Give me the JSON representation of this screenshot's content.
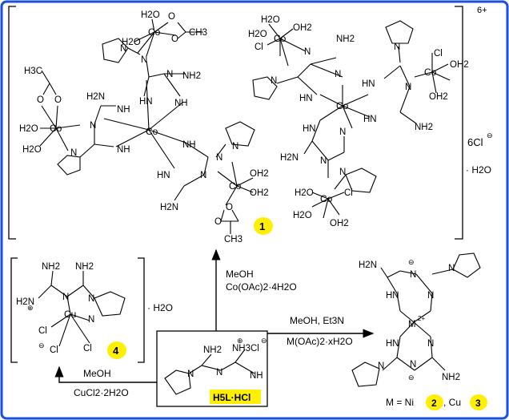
{
  "compound_1": {
    "number": "1"
  },
  "compound_2": {
    "number": "2"
  },
  "compound_3": {
    "number": "3"
  },
  "compound_4": {
    "number": "4"
  },
  "co_complex": {
    "charge": "6+",
    "counter_ion": "6Cl",
    "solvate": "· H2O"
  },
  "cu_complex": {
    "solvate": "· H2O"
  },
  "ligand": {
    "label": "H5L·HCl"
  },
  "condition_cobalt": {
    "line1": "MeOH",
    "line2": "Co(OAc)2·4H2O"
  },
  "condition_m": {
    "line1": "MeOH, Et3N",
    "line2": "M(OAc)2·xH2O"
  },
  "condition_cu": {
    "line1": "MeOH",
    "line2": "CuCl2·2H2O"
  },
  "metal_note": {
    "prefix": "M = Ni",
    "mid": ", Cu"
  },
  "atoms": {
    "co": "Co",
    "cu": "Cu",
    "m": "M",
    "m_charge": "2+",
    "h2o": "H2O",
    "oh2": "OH2",
    "nh2": "NH2",
    "h2n": "H2N",
    "nh": "NH",
    "hn": "HN",
    "n": "N",
    "cl": "Cl",
    "o": "O",
    "ch3": "CH3",
    "h3c": "H3C",
    "nh3cl": "NH3Cl"
  },
  "colors": {
    "frame": "#1a4fe0",
    "highlight": "#ffef00"
  }
}
